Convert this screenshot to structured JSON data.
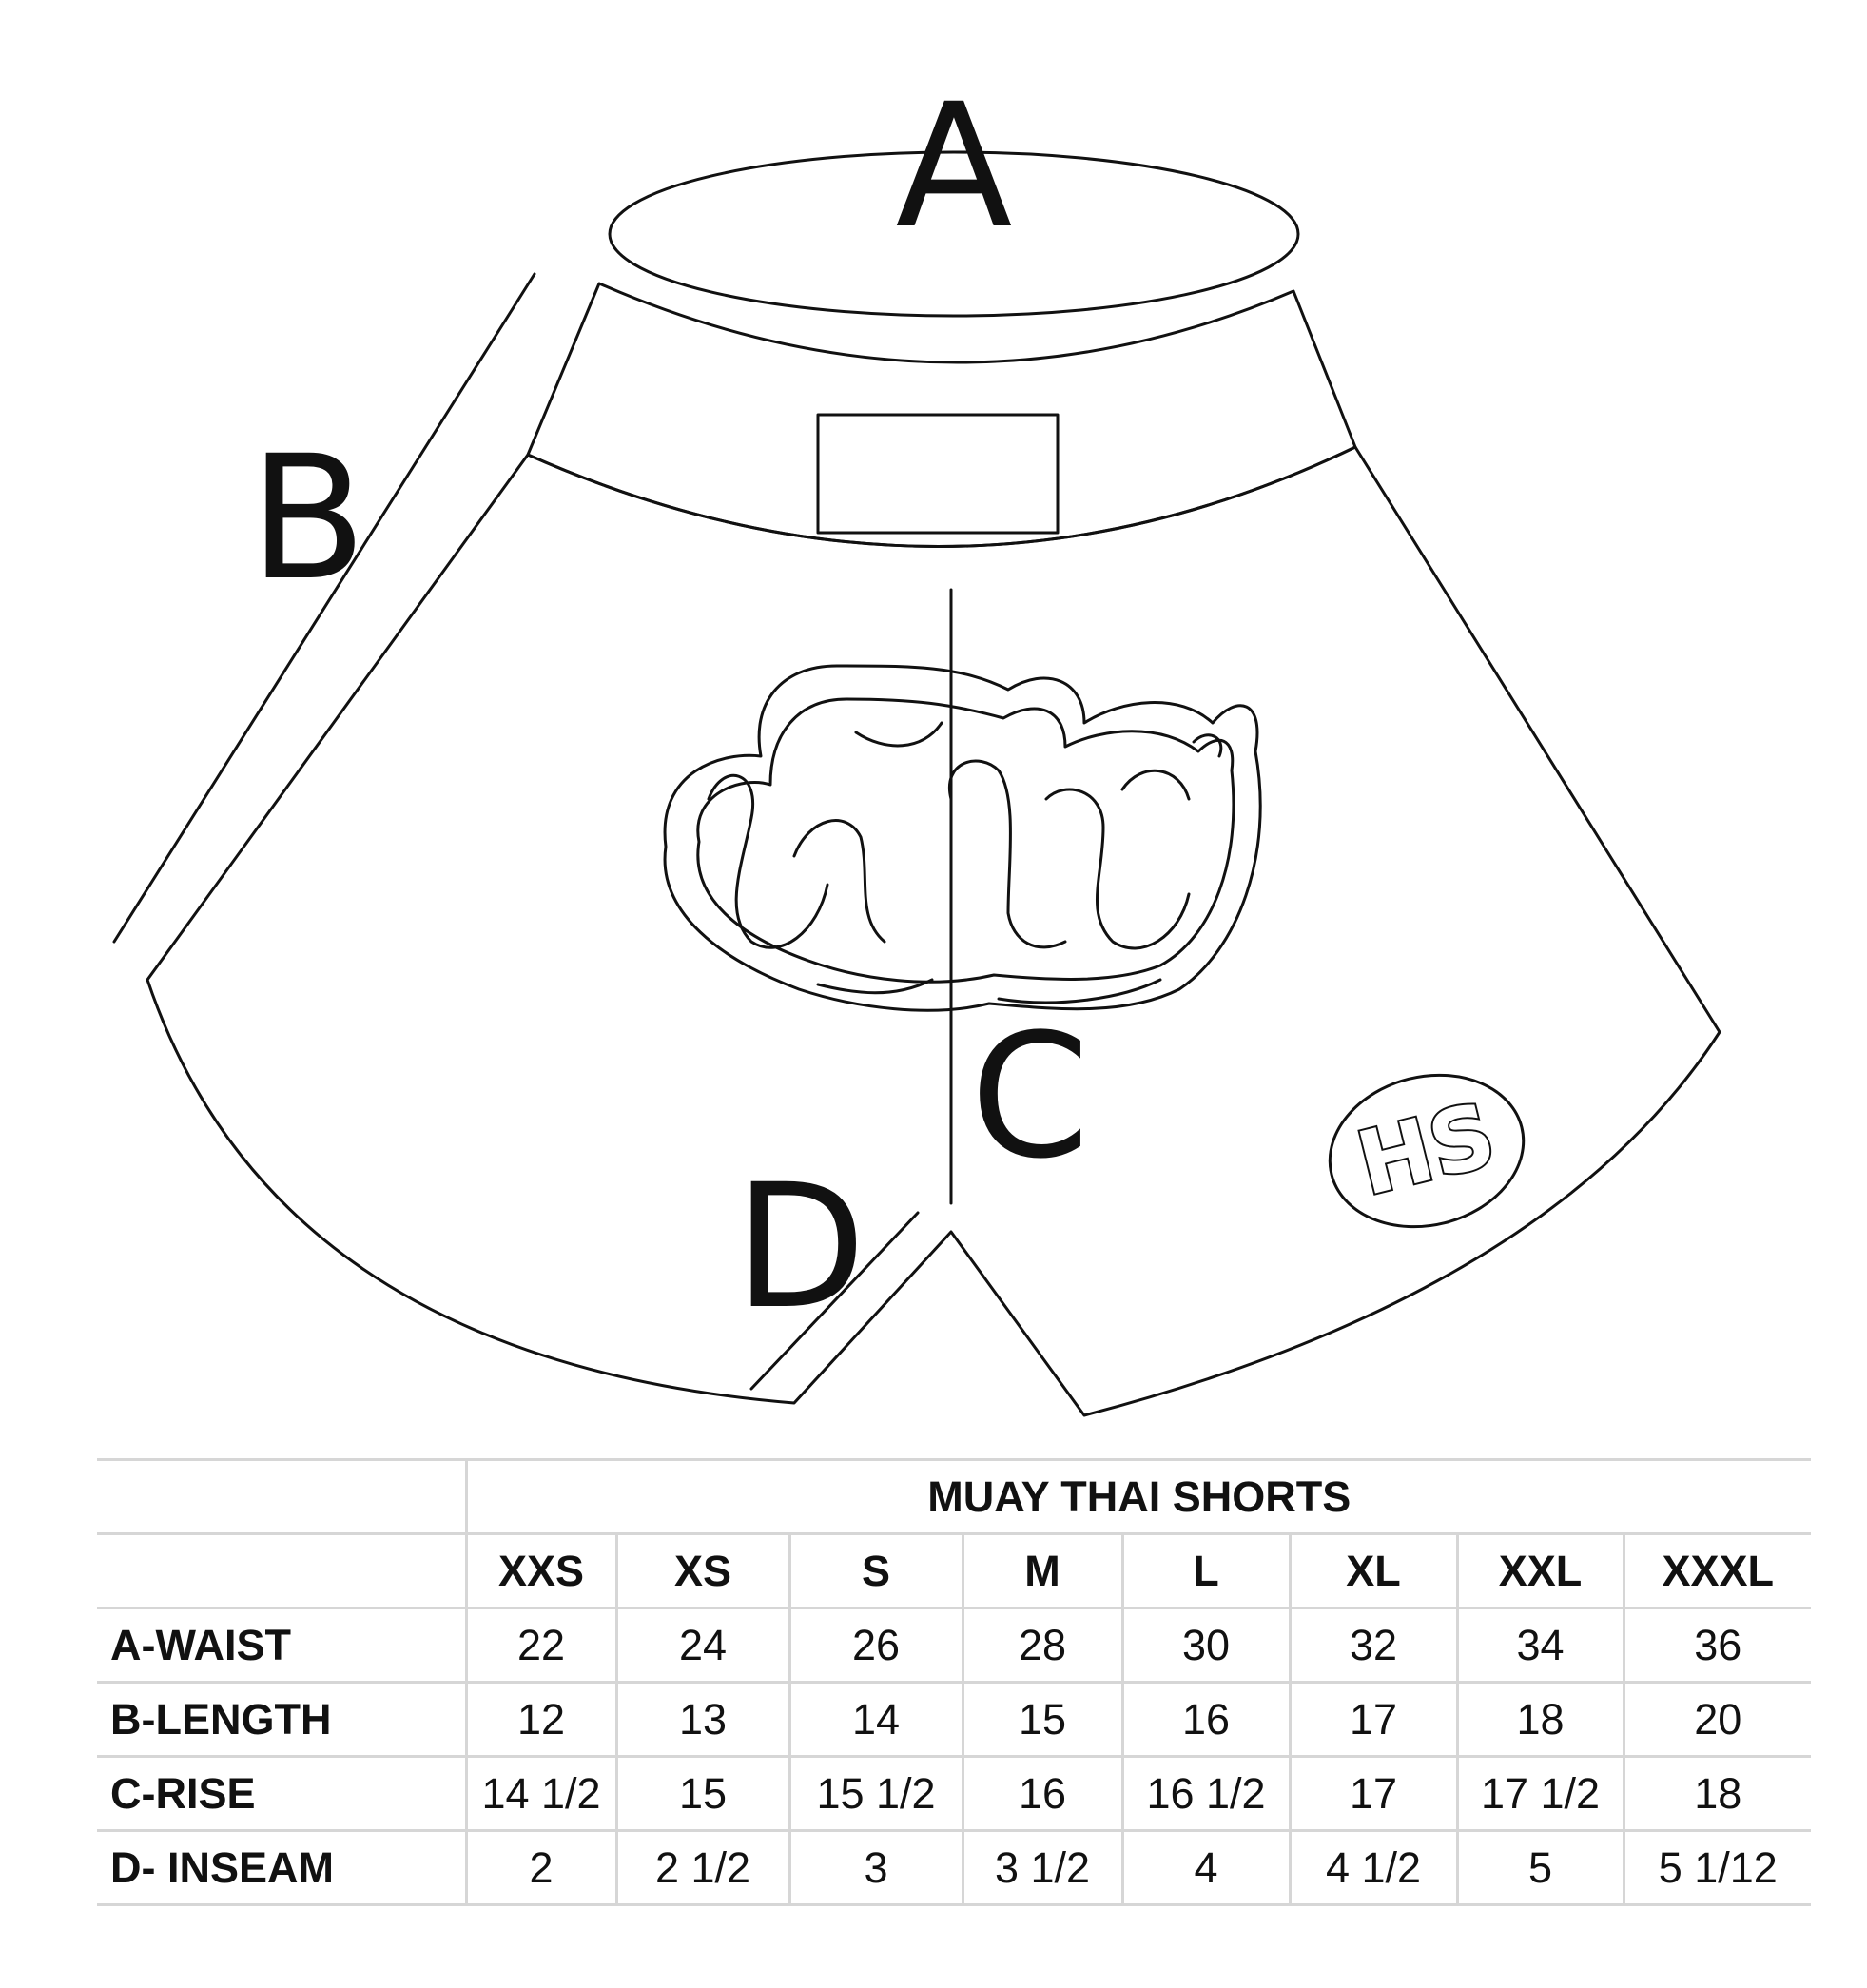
{
  "diagram": {
    "labels": {
      "a": "A",
      "b": "B",
      "c": "C",
      "d": "D"
    },
    "logo_icon": "thai-script-logo-icon",
    "badge_icon": "hs-oval-badge-icon",
    "badge_text": "HS"
  },
  "table": {
    "title": "MUAY THAI SHORTS",
    "sizes": [
      "XXS",
      "XS",
      "S",
      "M",
      "L",
      "XL",
      "XXL",
      "XXXL"
    ],
    "rows": [
      {
        "label": "A-WAIST",
        "values": [
          "22",
          "24",
          "26",
          "28",
          "30",
          "32",
          "34",
          "36"
        ]
      },
      {
        "label": "B-LENGTH",
        "values": [
          "12",
          "13",
          "14",
          "15",
          "16",
          "17",
          "18",
          "20"
        ]
      },
      {
        "label": "C-RISE",
        "values": [
          "14 1/2",
          "15",
          "15 1/2",
          "16",
          "16 1/2",
          "17",
          "17 1/2",
          "18"
        ]
      },
      {
        "label": "D- INSEAM",
        "values": [
          "2",
          "2 1/2",
          "3",
          "3 1/2",
          "4",
          "4 1/2",
          "5",
          "5 1/12"
        ]
      }
    ]
  }
}
